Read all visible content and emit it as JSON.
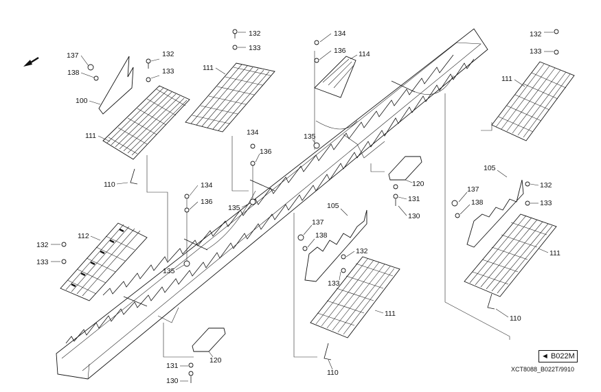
{
  "figure": {
    "reference_code": "◄ B022M",
    "drawing_code": "XCT8088_B022T/9910"
  },
  "callouts": [
    {
      "id": "c137a",
      "text": "137"
    },
    {
      "id": "c138a",
      "text": "138"
    },
    {
      "id": "c100",
      "text": "100"
    },
    {
      "id": "c111a",
      "text": "111"
    },
    {
      "id": "c110a",
      "text": "110"
    },
    {
      "id": "c132a",
      "text": "132"
    },
    {
      "id": "c133a",
      "text": "133"
    },
    {
      "id": "c132b",
      "text": "132"
    },
    {
      "id": "c133b",
      "text": "133"
    },
    {
      "id": "c111b",
      "text": "111"
    },
    {
      "id": "c134a",
      "text": "134"
    },
    {
      "id": "c136a",
      "text": "136"
    },
    {
      "id": "c114",
      "text": "114"
    },
    {
      "id": "c135a",
      "text": "135"
    },
    {
      "id": "c134b",
      "text": "134"
    },
    {
      "id": "c136b",
      "text": "136"
    },
    {
      "id": "c134c",
      "text": "134"
    },
    {
      "id": "c136c",
      "text": "136"
    },
    {
      "id": "c135b",
      "text": "135"
    },
    {
      "id": "c135c",
      "text": "135"
    },
    {
      "id": "c132c",
      "text": "132"
    },
    {
      "id": "c133c",
      "text": "133"
    },
    {
      "id": "c111c",
      "text": "111"
    },
    {
      "id": "c120a",
      "text": "120"
    },
    {
      "id": "c131a",
      "text": "131"
    },
    {
      "id": "c130a",
      "text": "130"
    },
    {
      "id": "c105a",
      "text": "105"
    },
    {
      "id": "c137b",
      "text": "137"
    },
    {
      "id": "c132d",
      "text": "132"
    },
    {
      "id": "c138b",
      "text": "138"
    },
    {
      "id": "c133d",
      "text": "133"
    },
    {
      "id": "c111d",
      "text": "111"
    },
    {
      "id": "c110b",
      "text": "110"
    },
    {
      "id": "c112",
      "text": "112"
    },
    {
      "id": "c132e",
      "text": "132"
    },
    {
      "id": "c133e",
      "text": "133"
    },
    {
      "id": "c105b",
      "text": "105"
    },
    {
      "id": "c137c",
      "text": "137"
    },
    {
      "id": "c138c",
      "text": "138"
    },
    {
      "id": "c132f",
      "text": "132"
    },
    {
      "id": "c133f",
      "text": "133"
    },
    {
      "id": "c111e",
      "text": "111"
    },
    {
      "id": "c110c",
      "text": "110"
    },
    {
      "id": "c120b",
      "text": "120"
    },
    {
      "id": "c131b",
      "text": "131"
    },
    {
      "id": "c130b",
      "text": "130"
    }
  ],
  "icons": {
    "direction": "arrow-icon"
  }
}
